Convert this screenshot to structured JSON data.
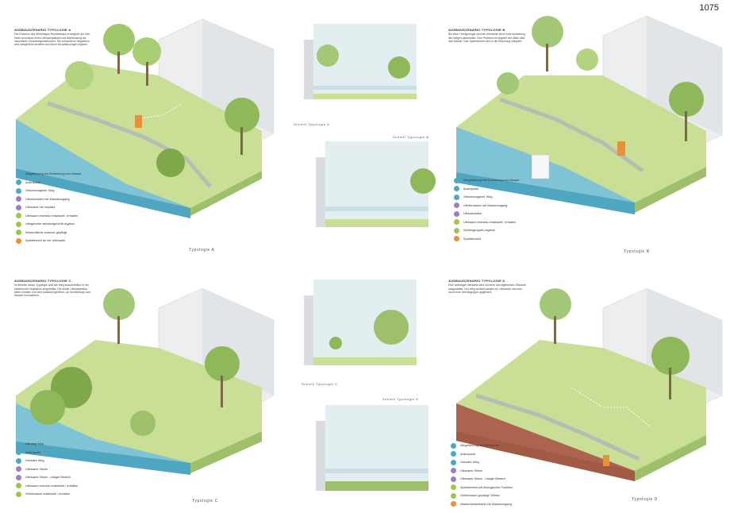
{
  "page_number": "1075",
  "colors": {
    "grass": "#c9df95",
    "grass_dark": "#9fc06a",
    "water": "#7fc4d6",
    "water_dark": "#4fa6c1",
    "building": "#eceef0",
    "wall": "#d9dde1",
    "tree": "#8fb85a",
    "accent_orange": "#e8913a",
    "accent_blue": "#4aa9c4",
    "accent_green": "#9cc74f",
    "accent_purple": "#9b7fc4"
  },
  "diagrams": [
    {
      "id": "A",
      "label": "Typologie A",
      "heading": "AUSBAUSZENARIO TYPOLOGIE A",
      "text": "Der Rückbau des Wildhütigen Randeinbaus ermöglicht am Ufer einen Anschluss eines Uferspielplatzes und Bepflanzung als naturnahes Gestaltungsinstrument. Die vorhandene Vegetation wird weitgehend erhalten und durch Neupflanzungen ergänzt.",
      "legend": [
        {
          "code": "A1",
          "text": "Wegeführung mit Sichtbezug zum Wasser",
          "color": "#4aa9c4"
        },
        {
          "code": "A2",
          "text": "Ankerpunkt",
          "color": "#4aa9c4"
        },
        {
          "code": "A3",
          "text": "Geschwungener Weg",
          "color": "#4aa9c4"
        },
        {
          "code": "B1",
          "text": "Ufersitzstufen mit Wasserzugang",
          "color": "#9b7fc4"
        },
        {
          "code": "B2",
          "text": "Uferkante mit Vorplatz",
          "color": "#9b7fc4"
        },
        {
          "code": "C1",
          "text": "Ufersaum extensiv entwickelt / erhalten",
          "color": "#9cc74f"
        },
        {
          "code": "C2",
          "text": "Ufergehölze standortgerecht ergänzt",
          "color": "#9cc74f"
        },
        {
          "code": "C3",
          "text": "Wiesenfläche extensiv gepflegt",
          "color": "#9cc74f"
        },
        {
          "code": "D1",
          "text": "Spielbereich an der Uferkante",
          "color": "#e8913a"
        }
      ]
    },
    {
      "id": "B",
      "label": "Typologie B",
      "heading": "AUSBAUSZENARIO TYPOLOGIE B",
      "text": "Bei einer Ortstypologie wird die Uferkante durch eine Aufweitung des Weges akzentuiert. Eine Plattform ermöglicht den Blick über das Wasser. Das Spielelement wird in die Böschung integriert.",
      "legend": [
        {
          "code": "A1",
          "text": "Wegeführung mit Sichtbezug zum Wasser",
          "color": "#4aa9c4"
        },
        {
          "code": "A2",
          "text": "Ankerpunkt",
          "color": "#4aa9c4"
        },
        {
          "code": "A3",
          "text": "Geschwungener Weg",
          "color": "#4aa9c4"
        },
        {
          "code": "B1",
          "text": "Uferterrassen mit Wasserzugang",
          "color": "#9b7fc4"
        },
        {
          "code": "B2",
          "text": "Ufersitzstufen",
          "color": "#9b7fc4"
        },
        {
          "code": "C1",
          "text": "Ufersaum extensiv entwickelt / erhalten",
          "color": "#9cc74f"
        },
        {
          "code": "C2",
          "text": "Gehölzgruppen ergänzt",
          "color": "#9cc74f"
        },
        {
          "code": "D1",
          "text": "Spielelement",
          "color": "#e8913a"
        }
      ]
    },
    {
      "id": "C",
      "label": "Typologie C",
      "heading": "AUSBAUSZENARIO TYPOLOGIE C",
      "text": "Im Bereich dieser Typologie wird der Weg ausschließlich in die bestehende Vegetation eingebettet. Die dichte Ufervegetation bleibt erhalten und wird punktuell geöffnet, um Sichtbezüge zum Wasser herzustellen.",
      "legend": [
        {
          "code": "A1",
          "text": "Uferweg Weg",
          "color": "#4aa9c4"
        },
        {
          "code": "A2",
          "text": "Ankerpunkt",
          "color": "#4aa9c4"
        },
        {
          "code": "A3",
          "text": "Geraden Weg",
          "color": "#4aa9c4"
        },
        {
          "code": "B1",
          "text": "Uferkante Sitzen",
          "color": "#9b7fc4"
        },
        {
          "code": "B2",
          "text": "Uferkante Sitzen - ruhiger Bereich",
          "color": "#9b7fc4"
        },
        {
          "code": "C1",
          "text": "Ufersaum extensiv entwickelt / erhalten",
          "color": "#9cc74f"
        },
        {
          "code": "C2",
          "text": "Gehölzsaum entwickelt / erhalten",
          "color": "#9cc74f"
        }
      ]
    },
    {
      "id": "D",
      "label": "Typologie D",
      "heading": "AUSBAUSZENARIO TYPOLOGIE D",
      "text": "Eine befestigte Uferkante wird mit einer durchgehenden Sitzstufe ausgestattet. Der Weg verläuft parallel zur Uferkante und wird durch eine Gehölzgruppe gegliedert.",
      "legend": [
        {
          "code": "A1",
          "text": "Wegeführung mit Sitzmauern",
          "color": "#4aa9c4"
        },
        {
          "code": "A2",
          "text": "Ankerpunkt",
          "color": "#4aa9c4"
        },
        {
          "code": "A3",
          "text": "Geraden Weg",
          "color": "#4aa9c4"
        },
        {
          "code": "B1",
          "text": "Uferkante Sitzen",
          "color": "#9b7fc4"
        },
        {
          "code": "B2",
          "text": "Uferkante Sitzen - ruhiger Bereich",
          "color": "#9b7fc4"
        },
        {
          "code": "C1",
          "text": "Spielelement mit ökologischer Funktion",
          "color": "#9cc74f"
        },
        {
          "code": "C2",
          "text": "Gehölzsaum gepflegt / Wiese",
          "color": "#9cc74f"
        },
        {
          "code": "D1",
          "text": "Wasserkantenbank mit Wasserzugang",
          "color": "#e8913a"
        }
      ]
    }
  ],
  "sections": [
    {
      "id": "sec-a",
      "label": "Schnitt Typologie A"
    },
    {
      "id": "sec-b",
      "label": "Schnitt Typologie B"
    },
    {
      "id": "sec-c",
      "label": "Schnitt Typologie C"
    },
    {
      "id": "sec-d",
      "label": "Schnitt Typologie D"
    }
  ]
}
